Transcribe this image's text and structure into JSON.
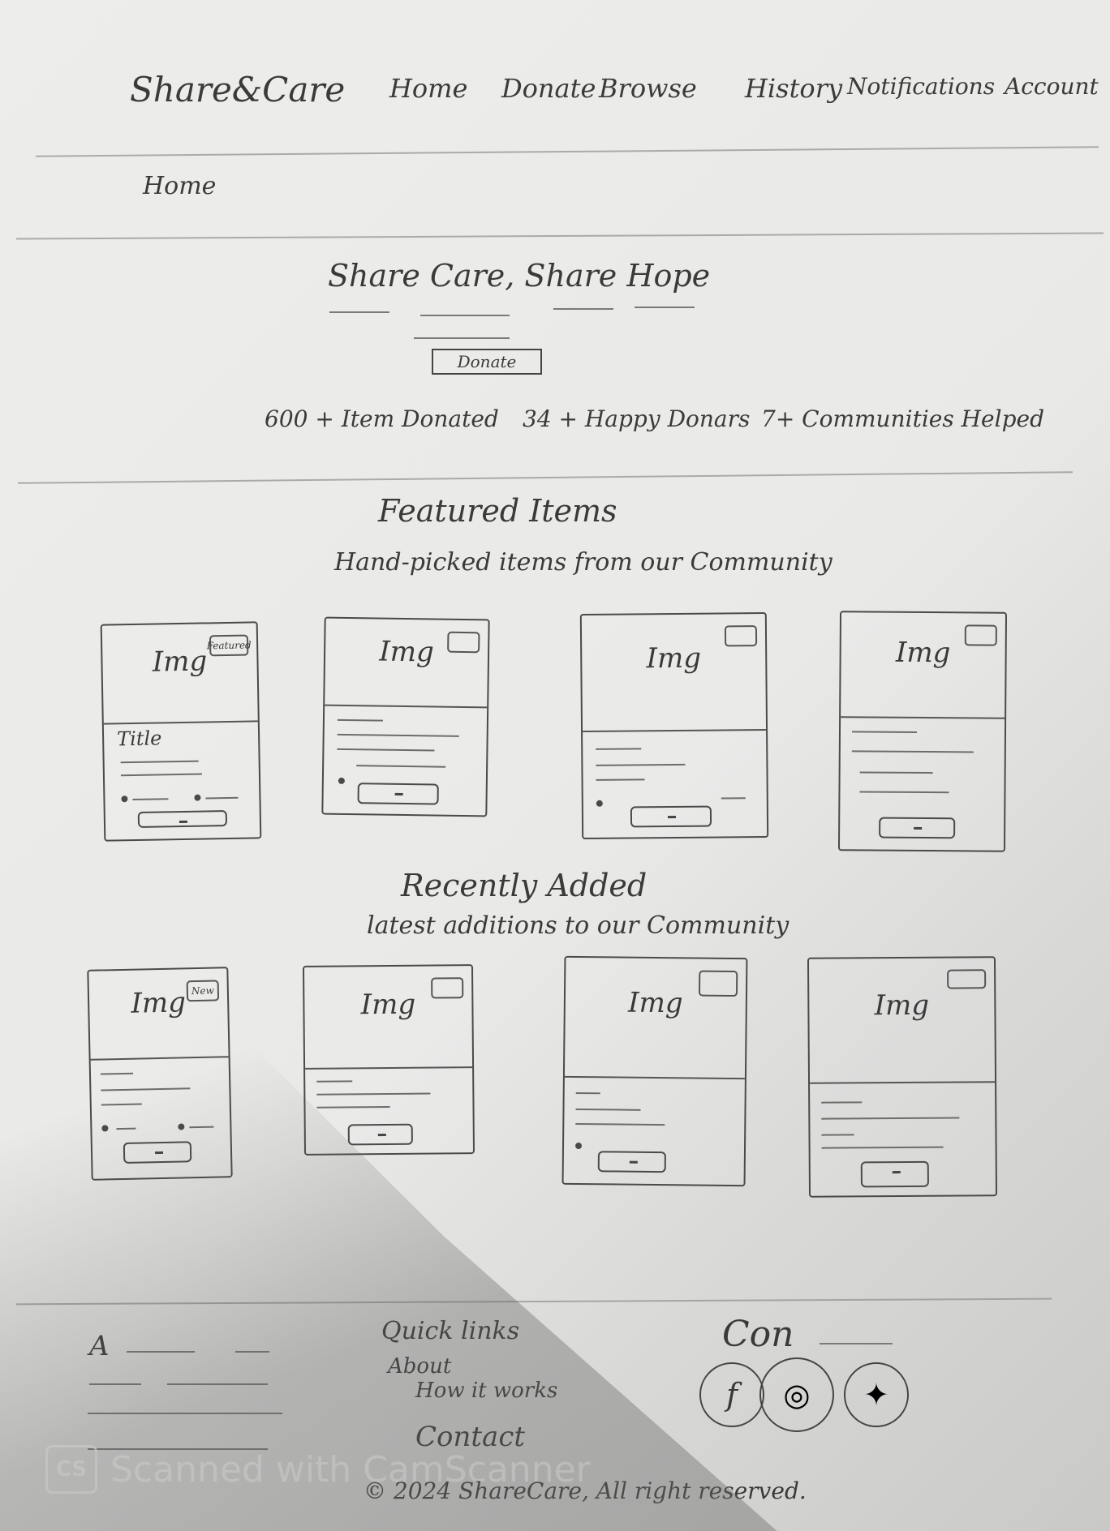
{
  "header": {
    "brand": "Share&Care",
    "nav": [
      "Home",
      "Donate",
      "Browse",
      "History",
      "Notifications",
      "Account"
    ]
  },
  "breadcrumb": "Home",
  "hero": {
    "title": "Share Care, Share Hope",
    "donate_label": "Donate"
  },
  "stats": [
    "600 + Item Donated",
    "34 + Happy Donars",
    "7+ Communities Helped"
  ],
  "featured": {
    "title": "Featured Items",
    "subtitle": "Hand-picked items from our Community",
    "cards": [
      {
        "img": "Img",
        "badge": "Featured",
        "title": "Title"
      },
      {
        "img": "Img",
        "badge": "",
        "title": ""
      },
      {
        "img": "Img",
        "badge": "",
        "title": ""
      },
      {
        "img": "Img",
        "badge": "",
        "title": ""
      }
    ]
  },
  "recent": {
    "title": "Recently Added",
    "subtitle": "latest additions to our Community",
    "cards": [
      {
        "img": "Img",
        "badge": "New"
      },
      {
        "img": "Img",
        "badge": ""
      },
      {
        "img": "Img",
        "badge": ""
      },
      {
        "img": "Img",
        "badge": ""
      }
    ]
  },
  "footer": {
    "brand_letter": "A",
    "quick_links_title": "Quick links",
    "quick_links": [
      "About",
      "How it works",
      "Contact"
    ],
    "connect_title": "Con",
    "social_icons": [
      "facebook-icon",
      "instagram-icon",
      "twitter-icon"
    ],
    "social_glyphs": [
      "f",
      "◎",
      "✦"
    ],
    "copyright": "© 2024 ShareCare, All right reserved."
  },
  "watermark": {
    "logo": "CS",
    "text": "Scanned with CamScanner"
  }
}
